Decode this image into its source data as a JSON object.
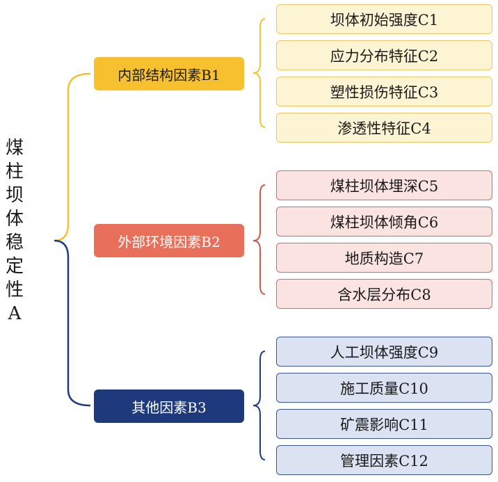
{
  "root": {
    "chars": [
      "煤",
      "柱",
      "坝",
      "体",
      "稳",
      "定",
      "性",
      "A"
    ]
  },
  "groups": [
    {
      "label": "内部结构因素B1",
      "items": [
        "坝体初始强度C1",
        "应力分布特征C2",
        "塑性损伤特征C3",
        "渗透性特征C4"
      ]
    },
    {
      "label": "外部环境因素B2",
      "items": [
        "煤柱坝体埋深C5",
        "煤柱坝体倾角C6",
        "地质构造C7",
        "含水层分布C8"
      ]
    },
    {
      "label": "其他因素B3",
      "items": [
        "人工坝体强度C9",
        "施工质量C10",
        "矿震影响C11",
        "管理因素C12"
      ]
    }
  ],
  "colors": {
    "b1": "#f6c02f",
    "b2": "#e8705b",
    "b3": "#1e3a7d",
    "c1_fill": "#fdf4d4",
    "c2_fill": "#fbe3e2",
    "c3_fill": "#dbe2f1"
  }
}
